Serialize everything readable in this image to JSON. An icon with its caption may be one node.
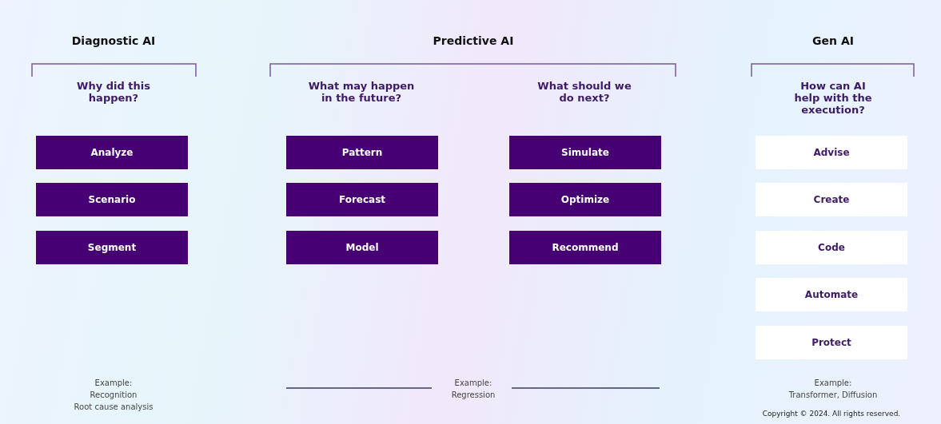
{
  "diagram": {
    "nodes": [
      {
        "text": [
          "Analyze"
        ]
      },
      {
        "text": [
          "Scenario"
        ]
      },
      {
        "text": [
          "Segment"
        ]
      },
      {
        "text": [
          "Pattern"
        ]
      },
      {
        "text": [
          "Forecast"
        ]
      },
      {
        "text": [
          "Model"
        ]
      },
      {
        "text": [
          "Simulate"
        ]
      },
      {
        "text": [
          "Optimize"
        ]
      },
      {
        "text": [
          "Recommend"
        ]
      },
      {
        "text": [
          "Advise"
        ]
      },
      {
        "text": [
          "Create"
        ]
      },
      {
        "text": [
          "Code"
        ]
      },
      {
        "text": [
          "Automate"
        ]
      },
      {
        "text": [
          "Protect"
        ]
      }
    ],
    "edges": [],
    "labels": [
      "Diagnostic AI",
      "Predictive AI",
      "Gen AI",
      "Why did this happen?",
      "What may happen in the future?",
      "What should we do next?",
      "How can AI help with the execution?",
      "Example:",
      "Recognition",
      "Root cause analysis",
      "Example:",
      "Regression",
      "Example:",
      "Transformer, Diffusion",
      "Copyright © 2024. All rights reserved."
    ]
  }
}
